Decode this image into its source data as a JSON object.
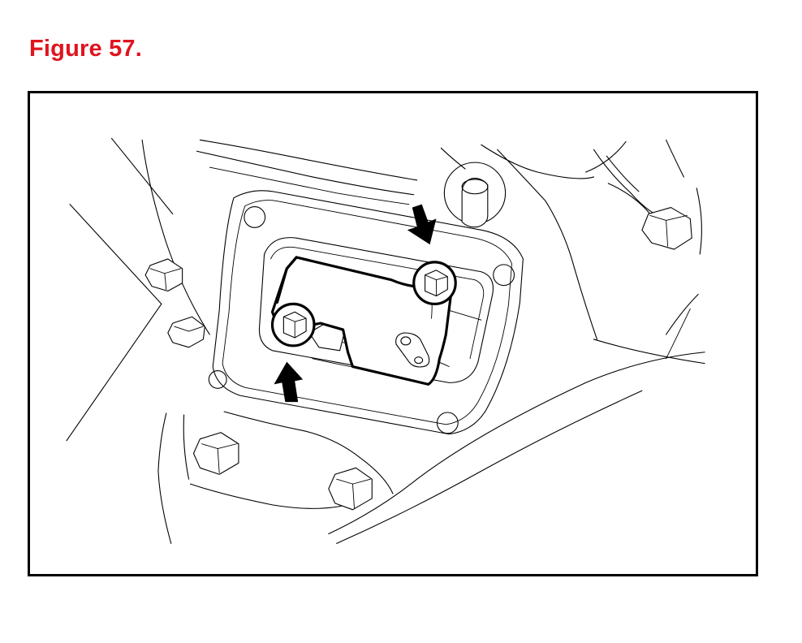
{
  "figure": {
    "caption": "Figure 57.",
    "caption_color": "#e0141e",
    "frame_color": "#000000",
    "line_color": "#000000",
    "arrow_color": "#000000"
  },
  "diagram": {
    "callouts": [
      {
        "type": "arrow",
        "direction": "down",
        "points_to": "upper-right-bolt"
      },
      {
        "type": "arrow",
        "direction": "up",
        "points_to": "lower-left-bolt"
      }
    ]
  }
}
